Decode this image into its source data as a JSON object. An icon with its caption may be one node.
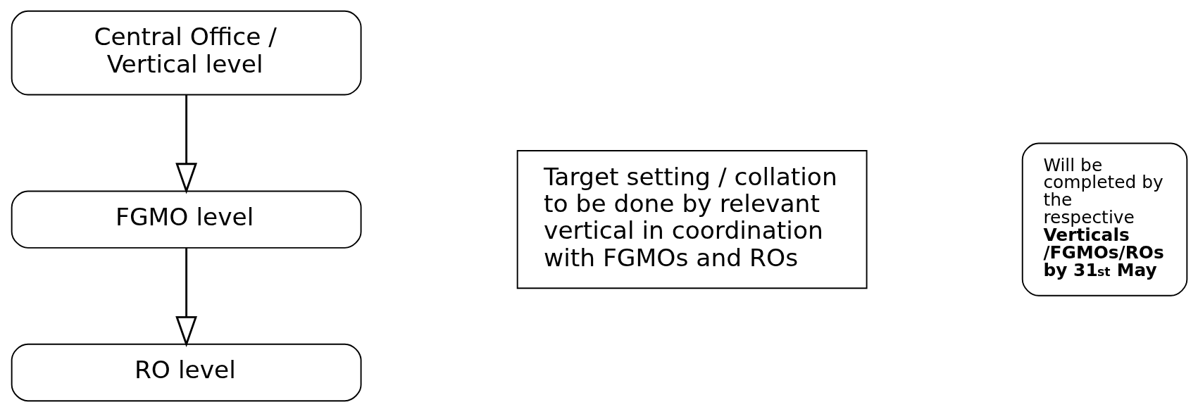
{
  "diagram": {
    "nodes": [
      {
        "text": [
          "Central Office / Vertical level"
        ]
      },
      {
        "text": [
          "FGMO level"
        ]
      },
      {
        "text": [
          "RO level"
        ]
      },
      {
        "text": [
          "Target setting / collation to be done by relevant vertical in coordination with FGMOs and ROs"
        ]
      },
      {
        "text": [
          "Will be completed by the respective **Verticals /FGMOs/ROs by 31$^{st}$ May**"
        ]
      }
    ],
    "edges": [
      {
        "from": 0,
        "to": 1,
        "arrow": "to"
      },
      {
        "from": 1,
        "to": 2,
        "arrow": "to"
      }
    ]
  }
}
